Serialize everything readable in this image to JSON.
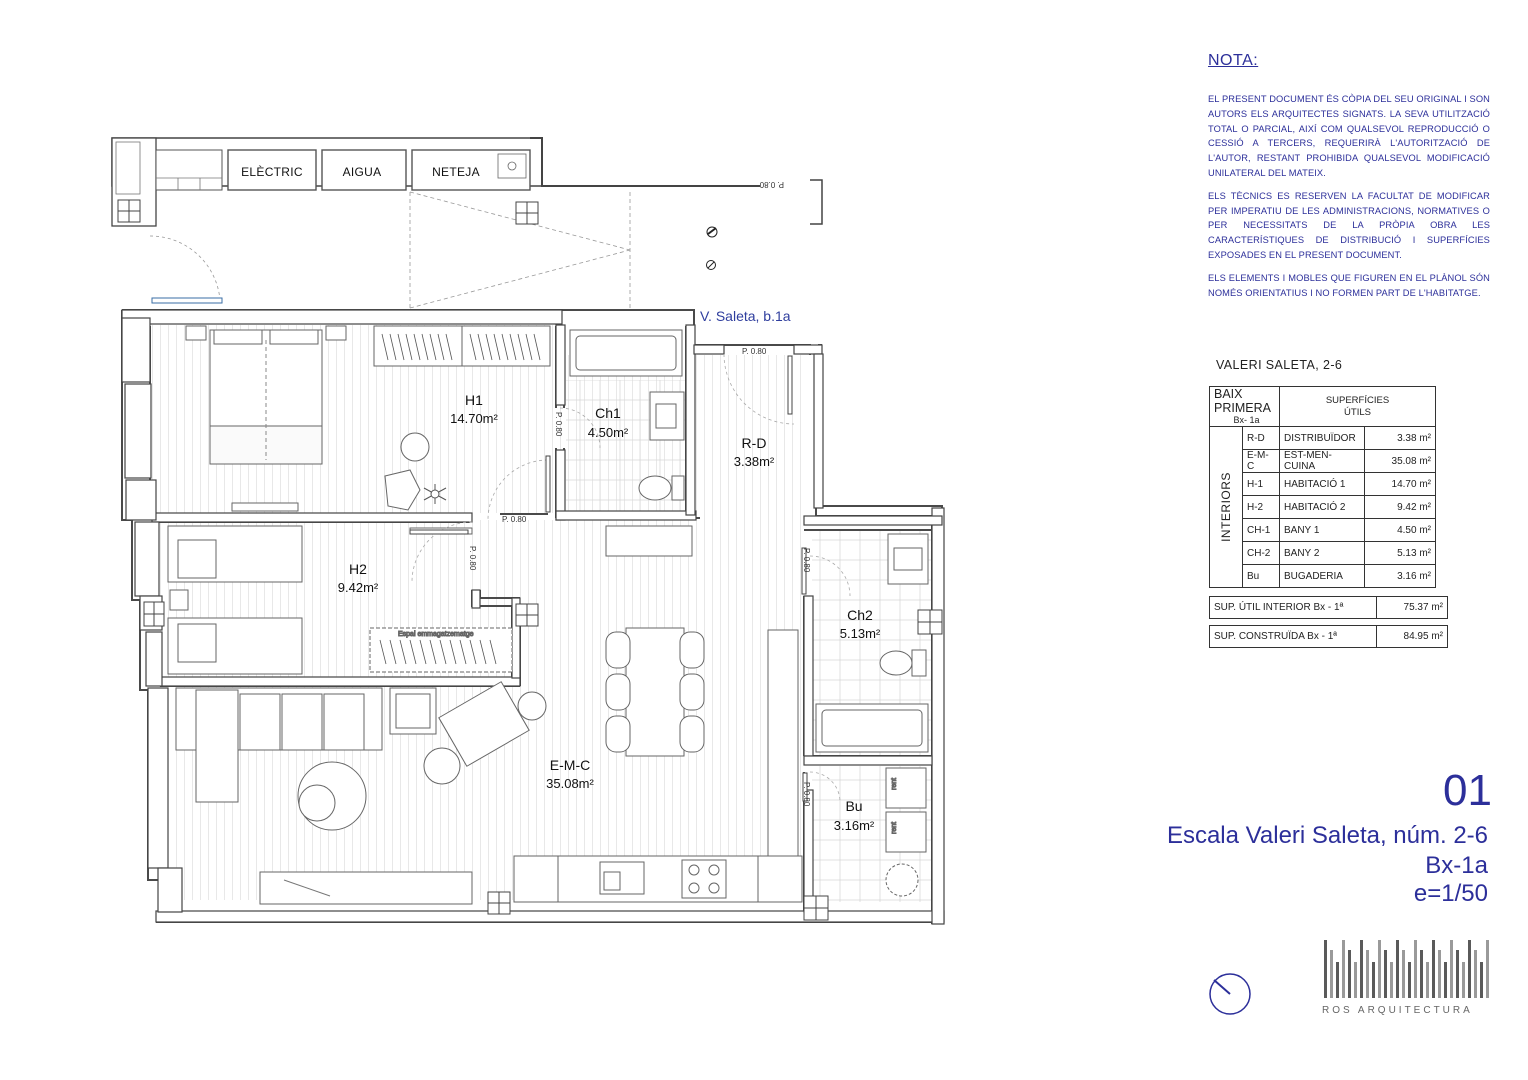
{
  "plan": {
    "rooms": [
      {
        "code": "H1",
        "area": "14.70m²"
      },
      {
        "code": "Ch1",
        "area": "4.50m²"
      },
      {
        "code": "R-D",
        "area": "3.38m²"
      },
      {
        "code": "H2",
        "area": "9.42m²"
      },
      {
        "code": "Ch2",
        "area": "5.13m²"
      },
      {
        "code": "E-M-C",
        "area": "35.08m²"
      },
      {
        "code": "Bu",
        "area": "3.16m²"
      }
    ],
    "utility_rooms": [
      "ELÈCTRIC",
      "AIGUA",
      "NETEJA"
    ],
    "street": "V. Saleta, b.1a",
    "door_label": "P. 0.80",
    "storage_label": "Espai emmagatzematge",
    "rent_label": "rent"
  },
  "note": {
    "title": "NOTA:",
    "paragraphs": [
      "EL PRESENT DOCUMENT ÉS CÒPIA DEL SEU ORIGINAL I SON AUTORS ELS ARQUITECTES SIGNATS. LA SEVA UTILITZACIÓ TOTAL O PARCIAL, AIXÍ COM QUALSEVOL REPRODUCCIÓ O CESSIÓ A TERCERS, REQUERIRÀ L'AUTORITZACIÓ DE L'AUTOR, RESTANT PROHIBIDA QUALSEVOL MODIFICACIÓ UNILATERAL DEL MATEIX.",
      "ELS TÈCNICS ES RESERVEN LA FACULTAT DE MODIFICAR PER IMPERATIU DE LES ADMINISTRACIONS, NORMATIVES O PER NECESSITATS DE LA PRÒPIA OBRA LES CARACTERÍSTIQUES DE DISTRIBUCIÓ I SUPERFÍCIES EXPOSADES EN EL PRESENT DOCUMENT.",
      "ELS ELEMENTS I MOBLES QUE FIGUREN EN EL PLÀNOL SÓN NOMÉS ORIENTATIUS I NO FORMEN PART DE L'HABITATGE."
    ]
  },
  "table": {
    "building": "VALERI SALETA, 2-6",
    "floor": "BAIX PRIMERA",
    "unit": "Bx- 1a",
    "header_area_line1": "SUPERFÍCIES",
    "header_area_line2": "ÚTILS",
    "group_label": "INTERIORS",
    "rows": [
      {
        "code": "R-D",
        "name": "DISTRIBUÏDOR",
        "area": "3.38 m²"
      },
      {
        "code": "E-M-C",
        "name": "EST-MEN-CUINA",
        "area": "35.08 m²"
      },
      {
        "code": "H-1",
        "name": "HABITACIÓ 1",
        "area": "14.70 m²"
      },
      {
        "code": "H-2",
        "name": "HABITACIÓ 2",
        "area": "9.42 m²"
      },
      {
        "code": "CH-1",
        "name": "BANY 1",
        "area": "4.50 m²"
      },
      {
        "code": "CH-2",
        "name": "BANY 2",
        "area": "5.13 m²"
      },
      {
        "code": "Bu",
        "name": "BUGADERIA",
        "area": "3.16 m²"
      }
    ],
    "totals": [
      {
        "label": "SUP. ÚTIL INTERIOR   Bx - 1ª",
        "value": "75.37 m²"
      },
      {
        "label": "SUP. CONSTRUÏDA  Bx - 1ª",
        "value": "84.95 m²"
      }
    ]
  },
  "sheet": {
    "number": "01",
    "address": "Escala Valeri Saleta, núm. 2-6",
    "unit": "Bx-1a",
    "scale": "e=1/50"
  },
  "logo": {
    "text": "ROS ARQUITECTURA",
    "accent_color": "#e8a040"
  },
  "colors": {
    "annotation_blue": "#2c2f9a",
    "wall": "#555555",
    "floor_hatch": "#cfcfcf"
  }
}
